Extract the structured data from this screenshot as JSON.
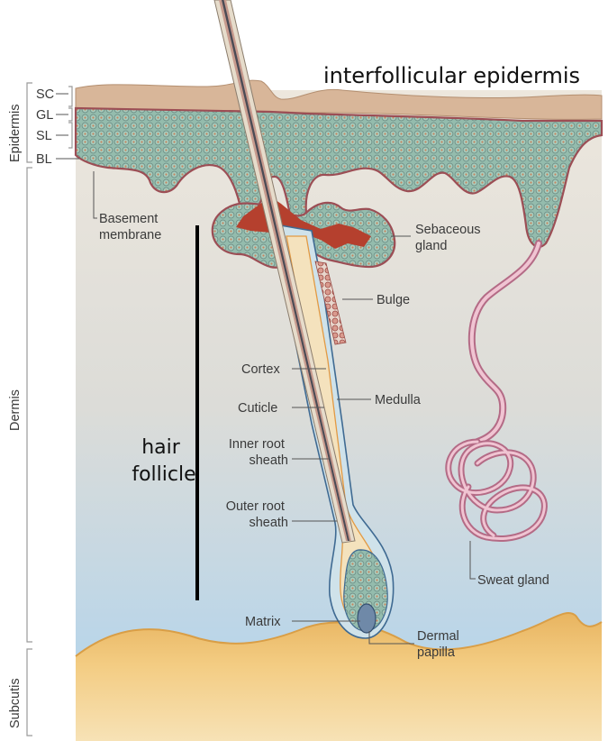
{
  "figure": {
    "heading": "interfollicular epidermis",
    "hair_follicle_label": [
      "hair",
      "follicle"
    ],
    "skin_layers": {
      "epidermis": "Epidermis",
      "dermis": "Dermis",
      "subcutis": "Subcutis"
    },
    "epidermal_strata": [
      "SC",
      "GL",
      "SL",
      "BL"
    ],
    "structures": {
      "basement_membrane": [
        "Basement",
        "membrane"
      ],
      "sebaceous_gland": [
        "Sebaceous",
        "gland"
      ],
      "bulge": "Bulge",
      "cortex": "Cortex",
      "medulla": "Medulla",
      "cuticle": "Cuticle",
      "inner_root_sheath": [
        "Inner root",
        "sheath"
      ],
      "outer_root_sheath": [
        "Outer root",
        "sheath"
      ],
      "sweat_gland": "Sweat gland",
      "matrix": "Matrix",
      "dermal_papilla": [
        "Dermal",
        "papilla"
      ]
    },
    "colors": {
      "stratum_corneum": "#d9b79a",
      "epidermis_fill": "#8fb8aa",
      "basal_cells": "#b85a5a",
      "sebum": "#b5402e",
      "dermis_top": "#ece6dc",
      "dermis_bottom": "#b9d6ea",
      "subcutis_fat": "#f0c274",
      "hair_shaft": "#c8beb0",
      "sweat_duct": "#d88fa6"
    }
  }
}
